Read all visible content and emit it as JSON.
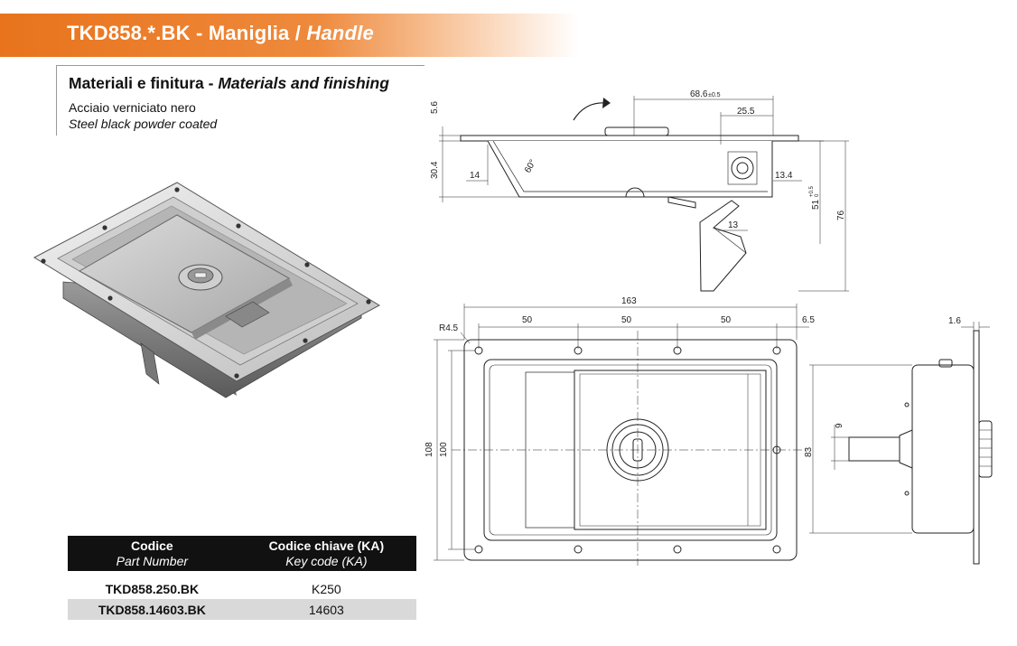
{
  "header": {
    "code": "TKD858.*.BK",
    "separator": " - ",
    "name_it": "Maniglia / ",
    "name_en": "Handle"
  },
  "materials": {
    "heading_it": "Materiali e finitura - ",
    "heading_en": "Materials and finishing",
    "line_it": "Acciaio verniciato nero",
    "line_en": "Steel black powder coated"
  },
  "table": {
    "col1_it": "Codice",
    "col1_en": "Part Number",
    "col2_it": "Codice chiave (KA)",
    "col2_en": "Key code (KA)",
    "rows": [
      {
        "code": "TKD858.250.BK",
        "key": "K250"
      },
      {
        "code": "TKD858.14603.BK",
        "key": "14603"
      }
    ]
  },
  "dimensions": {
    "top_view": {
      "d68": "68.6",
      "d68_tol": "±0.5",
      "d25": "25.5",
      "d5_6": "5.6",
      "d30_4": "30.4",
      "d14": "14",
      "angle": "60°",
      "d13_4": "13.4",
      "d51": "51",
      "d51_tol_up": "+0.5",
      "d51_tol_low": "0",
      "d76": "76",
      "d13": "13"
    },
    "front_view": {
      "d163": "163",
      "r4_5": "R4.5",
      "d50a": "50",
      "d50b": "50",
      "d50c": "50",
      "d6_5": "6.5",
      "d108": "108",
      "d100": "100"
    },
    "side_view": {
      "d1_6": "1.6",
      "d9": "9",
      "d83": "83"
    }
  },
  "colors": {
    "banner": "#e8731c",
    "table_header": "#111111",
    "row_alt": "#d9d9d9"
  }
}
